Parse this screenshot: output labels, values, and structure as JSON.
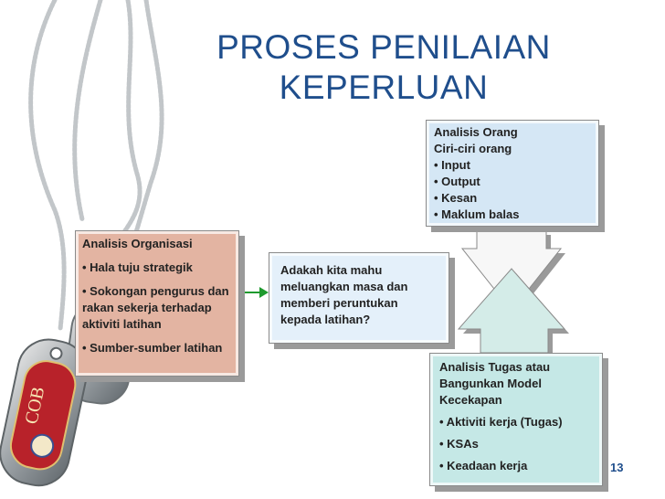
{
  "title": {
    "line1": "PROSES PENILAIAN",
    "line2": "KEPERLUAN"
  },
  "boxes": {
    "person": {
      "lines": [
        "Analisis Orang",
        "Ciri-ciri orang",
        "• Input",
        "• Output",
        "• Kesan",
        "• Maklum balas"
      ]
    },
    "organization": {
      "heading": "Analisis Organisasi",
      "item1": "• Hala tuju strategik",
      "item2": "• Sokongan pengurus dan rakan sekerja terhadap aktiviti latihan",
      "item3": "• Sumber-sumber latihan"
    },
    "question": {
      "text": "Adakah kita mahu meluangkan masa dan memberi peruntukan kepada latihan?"
    },
    "task": {
      "heading": "Analisis Tugas atau Bangunkan Model Kecekapan",
      "item1": "• Aktiviti kerja  (Tugas)",
      "item2": "• KSAs",
      "item3": "• Keadaan kerja"
    }
  },
  "logo_tag": {
    "text": "COB"
  },
  "page_number": "13",
  "colors": {
    "title": "#1f4e8c",
    "person_box": "#d5e7f5",
    "organization_box": "#e3b4a2",
    "question_box": "#e4f0fa",
    "task_box": "#c5e8e6",
    "connector_arrow": "#1e9a2e"
  }
}
